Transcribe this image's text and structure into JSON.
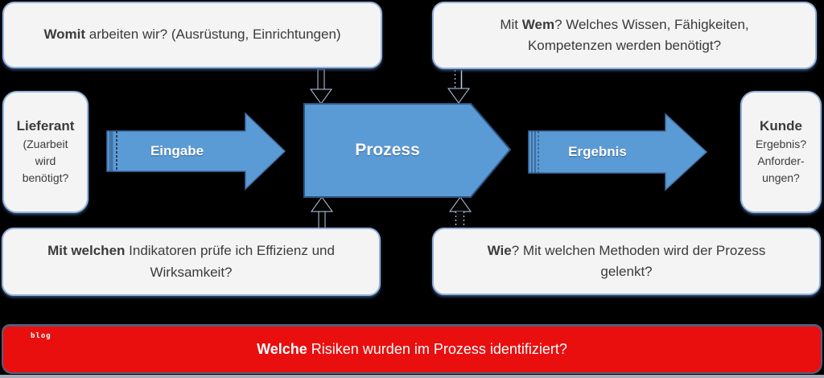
{
  "colors": {
    "bg": "#000000",
    "box_fill": "#f4f4f4",
    "box_border": "#94b3d9",
    "text": "#3b3b3b",
    "label_white": "#ffffff",
    "arrow_fill": "#5b9bd5",
    "arrow_edge": "#3f6ea6",
    "prozess_edge": "#2d5586",
    "connector_outline": "#b9cde4",
    "banner_red": "#e90f0f",
    "banner_border": "#525f7d",
    "footer_strip": "#a6acb8"
  },
  "callouts": {
    "womit": {
      "segments": [
        {
          "t": "Womit",
          "b": true
        },
        {
          "t": " arbeiten wir? (Ausrüstung, Einrichtungen)"
        }
      ]
    },
    "wem": {
      "segments": [
        {
          "t": "Mit "
        },
        {
          "t": "Wem",
          "b": true
        },
        {
          "t": "? Welches Wissen, Fähigkeiten, Kompetenzen werden benötigt?"
        }
      ]
    },
    "indikatoren": {
      "segments": [
        {
          "t": "Mit welchen",
          "b": true
        },
        {
          "t": " Indikatoren prüfe ich Effizienz und Wirksamkeit?"
        }
      ]
    },
    "wie": {
      "segments": [
        {
          "t": "Wie",
          "b": true
        },
        {
          "t": "? Mit welchen Methoden wird der Prozess gelenkt?"
        }
      ]
    }
  },
  "nodes": {
    "lieferant": {
      "title": "Lieferant",
      "lines": [
        "(Zuarbeit",
        "wird",
        "benötigt?"
      ]
    },
    "kunde": {
      "title": "Kunde",
      "lines": [
        "Ergebnis?",
        "Anforder-",
        "ungen?"
      ]
    }
  },
  "arrows": {
    "eingabe": {
      "label": "Eingabe"
    },
    "prozess": {
      "label": "Prozess"
    },
    "ergebnis": {
      "label": "Ergebnis"
    }
  },
  "banner": {
    "watermark": "blog",
    "segments": [
      {
        "t": "Welche",
        "b": true
      },
      {
        "t": " Risiken wurden im Prozess identifiziert?"
      }
    ]
  }
}
